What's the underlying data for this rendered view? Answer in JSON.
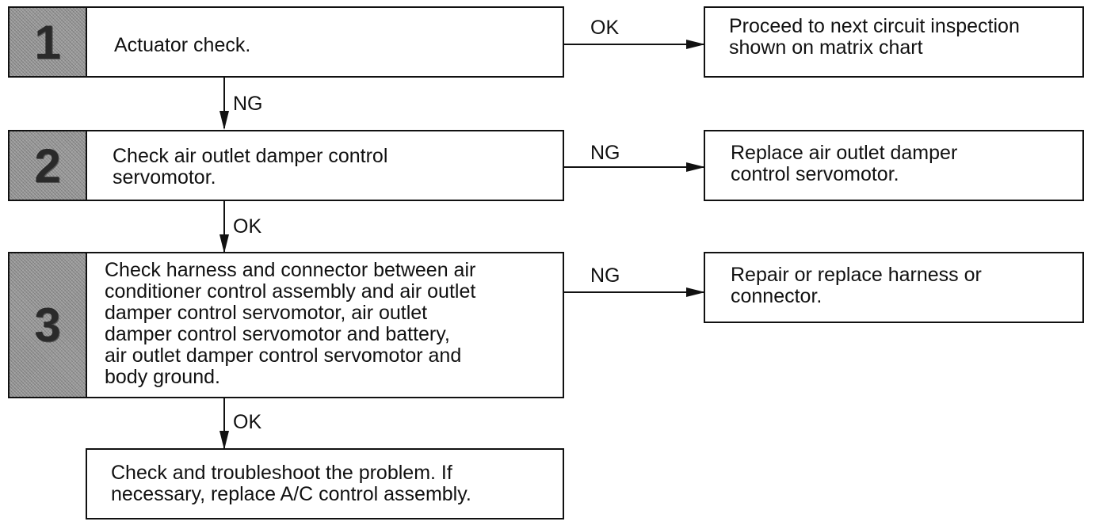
{
  "steps": [
    {
      "number": "1",
      "text": "Actuator check."
    },
    {
      "number": "2",
      "text": "Check air outlet damper control\nservomotor."
    },
    {
      "number": "3",
      "text": "Check harness and connector between air\nconditioner control assembly and air outlet\ndamper control servomotor, air outlet\ndamper control servomotor and battery,\nair outlet damper control servomotor and\nbody ground."
    }
  ],
  "results": [
    {
      "text": "Proceed to next circuit inspection\nshown on matrix chart"
    },
    {
      "text": "Replace air outlet damper\ncontrol servomotor."
    },
    {
      "text": "Repair or replace harness or\nconnector."
    },
    {
      "text": "Check and troubleshoot the problem.  If\nnecessary, replace A/C control assembly."
    }
  ],
  "labels": {
    "step1_right": "OK",
    "step1_down": "NG",
    "step2_right": "NG",
    "step2_down": "OK",
    "step3_right": "NG",
    "step3_down": "OK"
  }
}
